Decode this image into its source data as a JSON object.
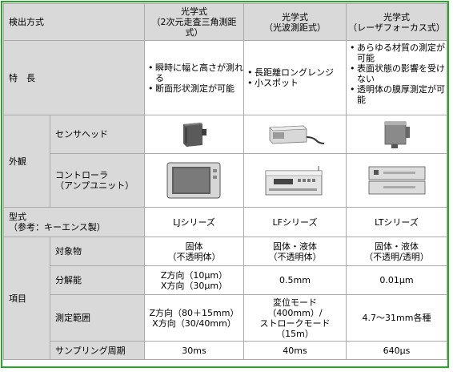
{
  "header": {
    "method_label": "検出方式",
    "col1": [
      "光学式",
      "（2次元走査三角測距",
      "式）"
    ],
    "col2": [
      "光学式",
      "（光波測距式）"
    ],
    "col3": [
      "光学式",
      "（レーザフォーカス式）"
    ]
  },
  "features": {
    "label": "特　長",
    "col1": [
      "瞬時に幅と高さが測れる",
      "断面形状測定が可能"
    ],
    "col2": [
      "長距離ロングレンジ",
      "小スポット"
    ],
    "col3": [
      "あらゆる材質の測定が可能",
      "表面状態の影響を受けない",
      "透明体の膜厚測定が可能"
    ]
  },
  "appearance": {
    "label": "外観",
    "sensor_head_label": "センサヘッド",
    "controller_label": [
      "コントローラ",
      "（アンプユニット）"
    ]
  },
  "model": {
    "label": [
      "型式",
      "（参考：キーエンス製）"
    ],
    "col1": "LJシリーズ",
    "col2": "LFシリーズ",
    "col3": "LTシリーズ"
  },
  "items": {
    "label": "項目",
    "target": {
      "label": "対象物",
      "col1": [
        "固体",
        "（不透明体）"
      ],
      "col2": [
        "固体・液体",
        "（不透明体）"
      ],
      "col3": [
        "固体・液体",
        "（不透明/透明）"
      ]
    },
    "resolution": {
      "label": "分解能",
      "col1": [
        "Z方向（10μm）",
        "X方向（30μm）"
      ],
      "col2": "0.5mm",
      "col3": "0.01μm"
    },
    "range": {
      "label": "測定範囲",
      "col1": [
        "Z方向（80＋15mm）",
        "X方向（30/40mm）"
      ],
      "col2": [
        "変位モード",
        "（400mm）/",
        "ストロークモード",
        "（15m）"
      ],
      "col3": "4.7～31mm各種"
    },
    "sampling": {
      "label": "サンプリング周期",
      "col1": "30ms",
      "col2": "40ms",
      "col3": "640μs"
    }
  }
}
